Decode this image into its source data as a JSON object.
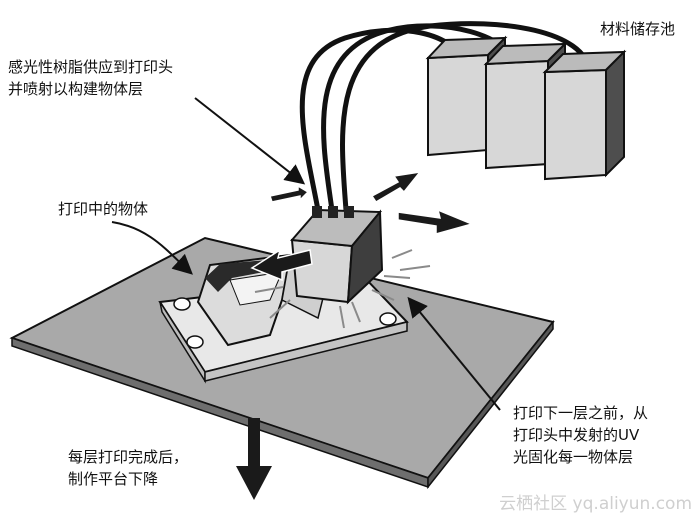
{
  "labels": {
    "reservoir": "材料储存池",
    "resin_supply": [
      "感光性树脂供应到打印头",
      "并喷射以构建物体层"
    ],
    "object_printing": "打印中的物体",
    "uv_cure": [
      "打印下一层之前，从",
      "打印头中发射的UV",
      "光固化每一物体层"
    ],
    "platform_lower": [
      "每层打印完成后，",
      "制作平台下降"
    ]
  },
  "watermark": "云栖社区 yq.aliyun.com",
  "colors": {
    "platform_top": "#a9a9a9",
    "box_front": "#cfcfcf",
    "box_side": "#5a5a5a",
    "outline": "#111111"
  }
}
